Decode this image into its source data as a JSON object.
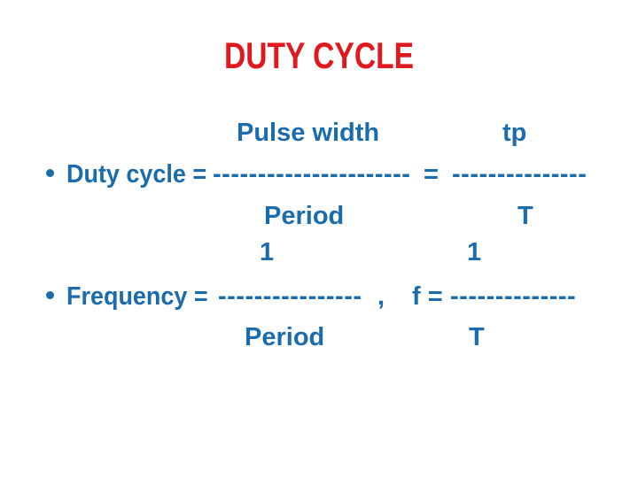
{
  "slide": {
    "background": "#ffffff",
    "title": {
      "text": "DUTY CYCLE",
      "color": "#e1181e"
    },
    "body_color": "#1a6cac",
    "duty_formula": {
      "numerator": "Pulse width",
      "numerator_short": "tp",
      "label": "Duty cycle =",
      "dashes_long": "----------------------",
      "equals": "=",
      "dashes_short": "---------------",
      "denominator": "Period",
      "denominator_short": "T"
    },
    "frequency_formula": {
      "numerator_left": "1",
      "numerator_right": "1",
      "label": "Frequency =",
      "dashes_long": "----------------",
      "comma": ",",
      "f_label": "f =",
      "dashes_short": "--------------",
      "denominator": "Period",
      "denominator_short": "T"
    }
  }
}
